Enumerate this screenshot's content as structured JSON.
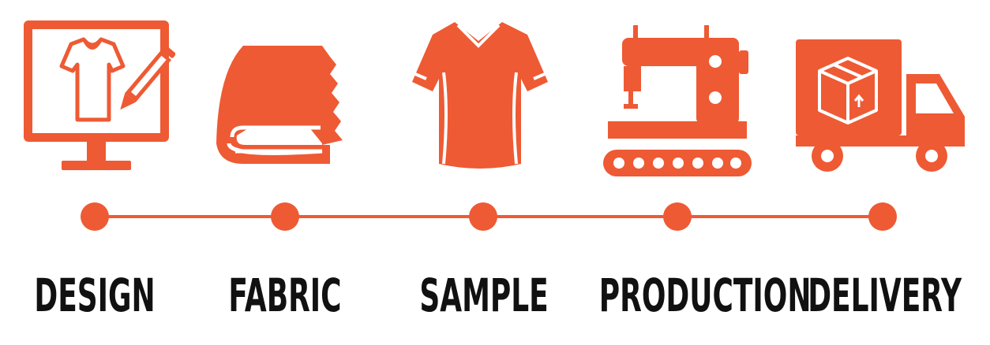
{
  "colors": {
    "accent": "#EE5A34",
    "text": "#111111",
    "background": "#FFFFFF"
  },
  "steps": [
    {
      "label": "DESIGN",
      "icon": "monitor-shirt-pencil-icon"
    },
    {
      "label": "FABRIC",
      "icon": "folded-fabric-icon"
    },
    {
      "label": "SAMPLE",
      "icon": "jersey-icon"
    },
    {
      "label": "PRODUCTION",
      "icon": "sewing-machine-icon"
    },
    {
      "label": "DELIVERY",
      "icon": "delivery-truck-icon"
    }
  ]
}
